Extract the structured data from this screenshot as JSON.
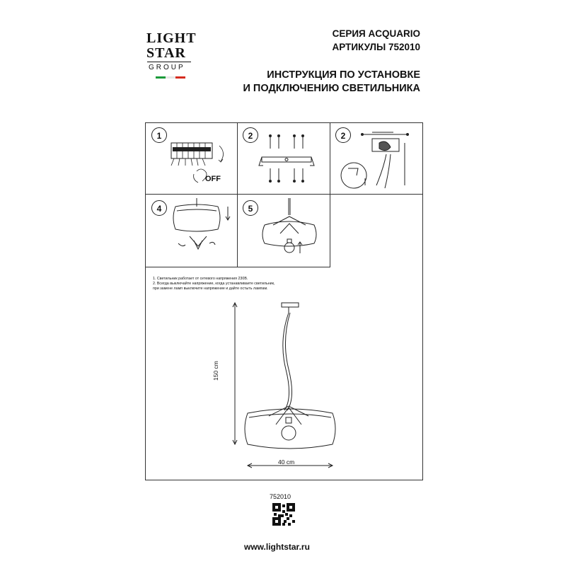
{
  "logo": {
    "line1": "LIGHT",
    "line2": "STAR",
    "line3": "GROUP"
  },
  "header": {
    "series": "СЕРИЯ ACQUARIO",
    "articles": "АРТИКУЛЫ 752010",
    "title_line1": "ИНСТРУКЦИЯ ПО УСТАНОВКЕ",
    "title_line2": "И ПОДКЛЮЧЕНИЮ СВЕТИЛЬНИКА"
  },
  "steps": [
    {
      "number": "1",
      "caption": "OFF"
    },
    {
      "number": "2"
    },
    {
      "number": "2"
    },
    {
      "number": "4"
    },
    {
      "number": "5"
    }
  ],
  "notes": [
    "1. Светильник работает от сетевого напряжения 230В.",
    "2. Всегда выключайте напряжение, когда устанавливаете светильник,",
    "при замене ламп выключите напряжение и дайте остыть лампам."
  ],
  "dimensions": {
    "height": "150 cm",
    "width": "40 cm"
  },
  "footer": {
    "article": "752010",
    "website": "www.lightstar.ru"
  }
}
